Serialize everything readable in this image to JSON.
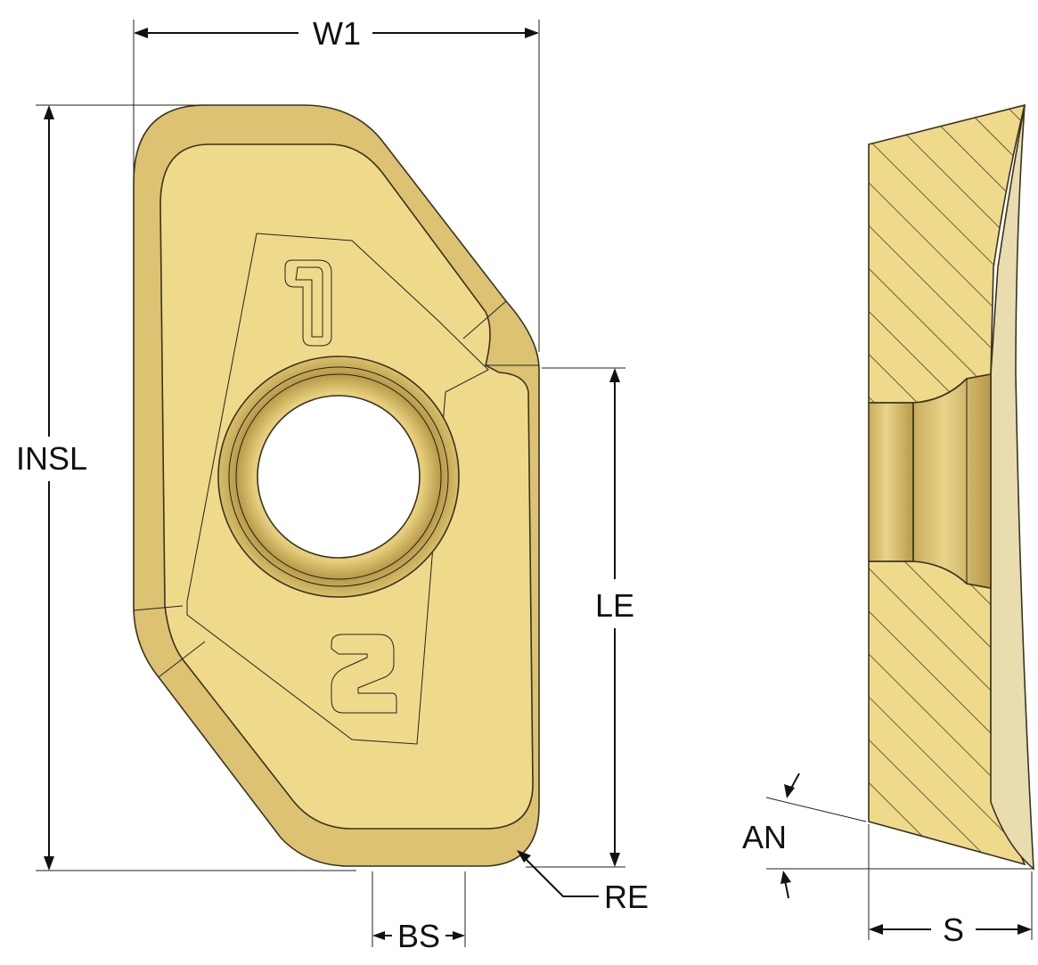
{
  "title": "Milling insert dimension drawing",
  "labels": {
    "w1": "W1",
    "insl": "INSL",
    "le": "LE",
    "re": "RE",
    "bs": "BS",
    "an": "AN",
    "s": "S"
  },
  "edge_marks": {
    "edge_1": "1",
    "edge_2": "2"
  },
  "colors": {
    "insert_face": "#efda8c",
    "insert_shade": "#dcc272",
    "outline": "#3a3320",
    "dimension": "#111111"
  }
}
